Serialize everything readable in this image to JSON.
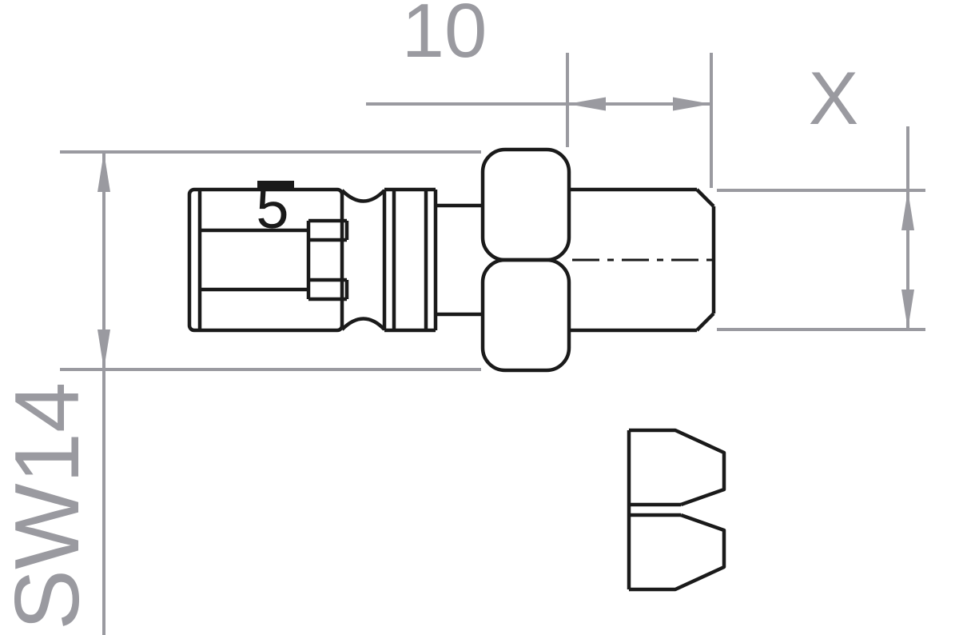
{
  "drawing": {
    "labels": {
      "thread_length": "10",
      "thread_diameter": "X",
      "wrench_size": "SW14",
      "bore_size": "5"
    },
    "colors": {
      "dimension": "#9a9aa0",
      "part": "#1a1a1a",
      "background": "#ffffff"
    }
  }
}
